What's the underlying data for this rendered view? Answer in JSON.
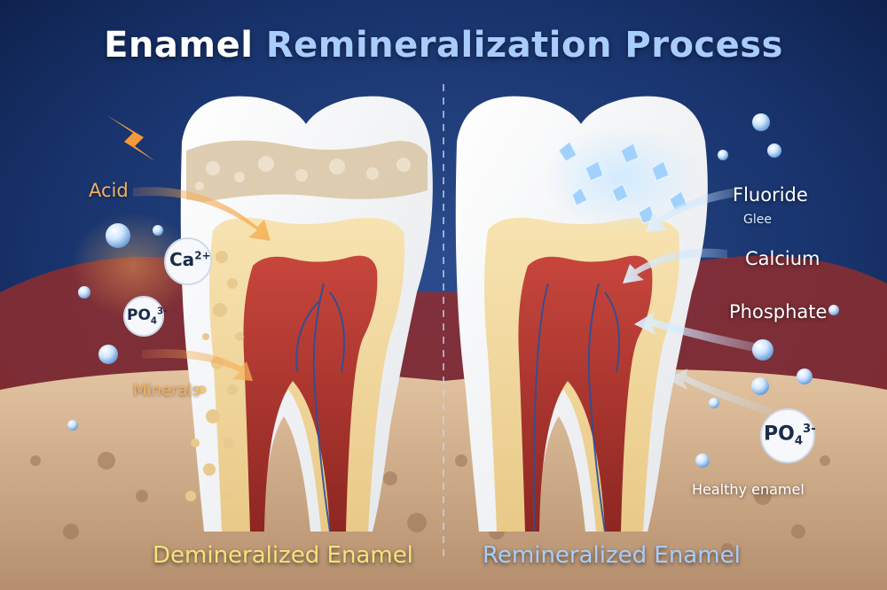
{
  "title": {
    "part1": "Enamel",
    "part2": "Remineralization Process"
  },
  "captions": {
    "left": "Demineralized Enamel",
    "right": "Remineralized Enamel"
  },
  "left_labels": {
    "acid": "Acid",
    "calcium_ion": {
      "symbol": "Ca",
      "charge": "2+"
    },
    "phosphate_ion": {
      "symbol": "PO",
      "sub": "4",
      "sup": "3-"
    },
    "minerals": "Minerals"
  },
  "right_labels": {
    "fluoride": "Fluoride",
    "glee": "Glee",
    "calcium": "Calcium",
    "phosphate": "Phosphate",
    "phosphate_ion": {
      "symbol": "PO",
      "sub": "4",
      "sup": "3-"
    },
    "healthy": "Healthy enamel"
  },
  "colors": {
    "background": "#0d2350",
    "acid_orange": "#f3a24c",
    "mineral_blue": "#a7cdfb",
    "gum_red": "#b43a36",
    "dentin_cream": "#f4dca0",
    "enamel_white": "#f7f7f4"
  }
}
